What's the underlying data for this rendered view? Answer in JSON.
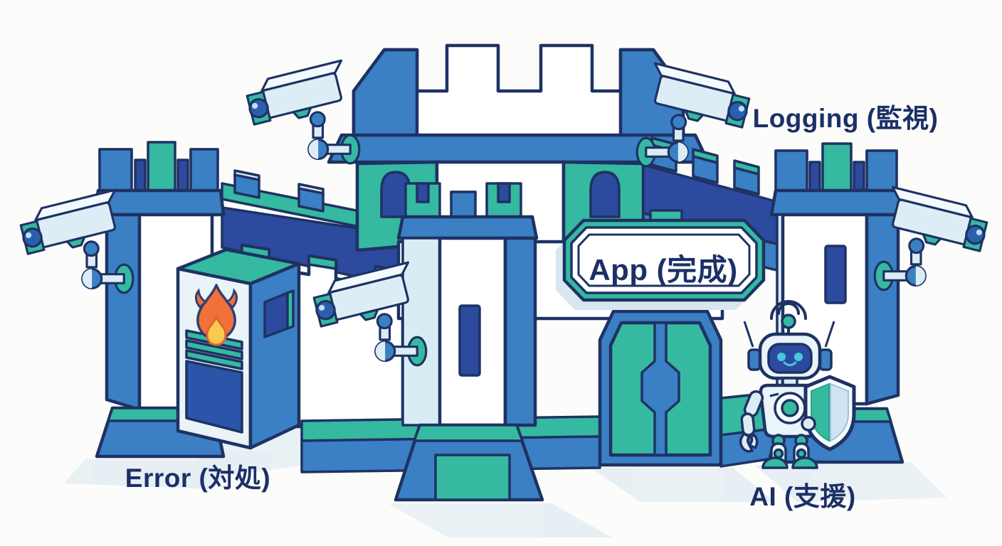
{
  "scene": {
    "background_color": "#fcfcfa",
    "labels": {
      "logging": "Logging (監視)",
      "app": "App (完成)",
      "error": "Error (対処)",
      "ai": "AI (支援)"
    },
    "palette": {
      "blue": "#3b7fc4",
      "teal": "#35b9a0",
      "navy_wall": "#2c4a9e",
      "outline": "#1e3263",
      "pale_face": "#e9f3f8",
      "flame_orange": "#f0713a",
      "flame_yellow": "#f9ca4f",
      "eye_cyan": "#4ac7de",
      "label_text": "#1c3067"
    },
    "icons": {
      "camera": "cctv-camera-icon",
      "flame": "flame-icon",
      "robot": "ai-robot-icon",
      "shield": "shield-icon",
      "wifi": "wifi-signal-icon"
    },
    "camera_count": 5
  }
}
